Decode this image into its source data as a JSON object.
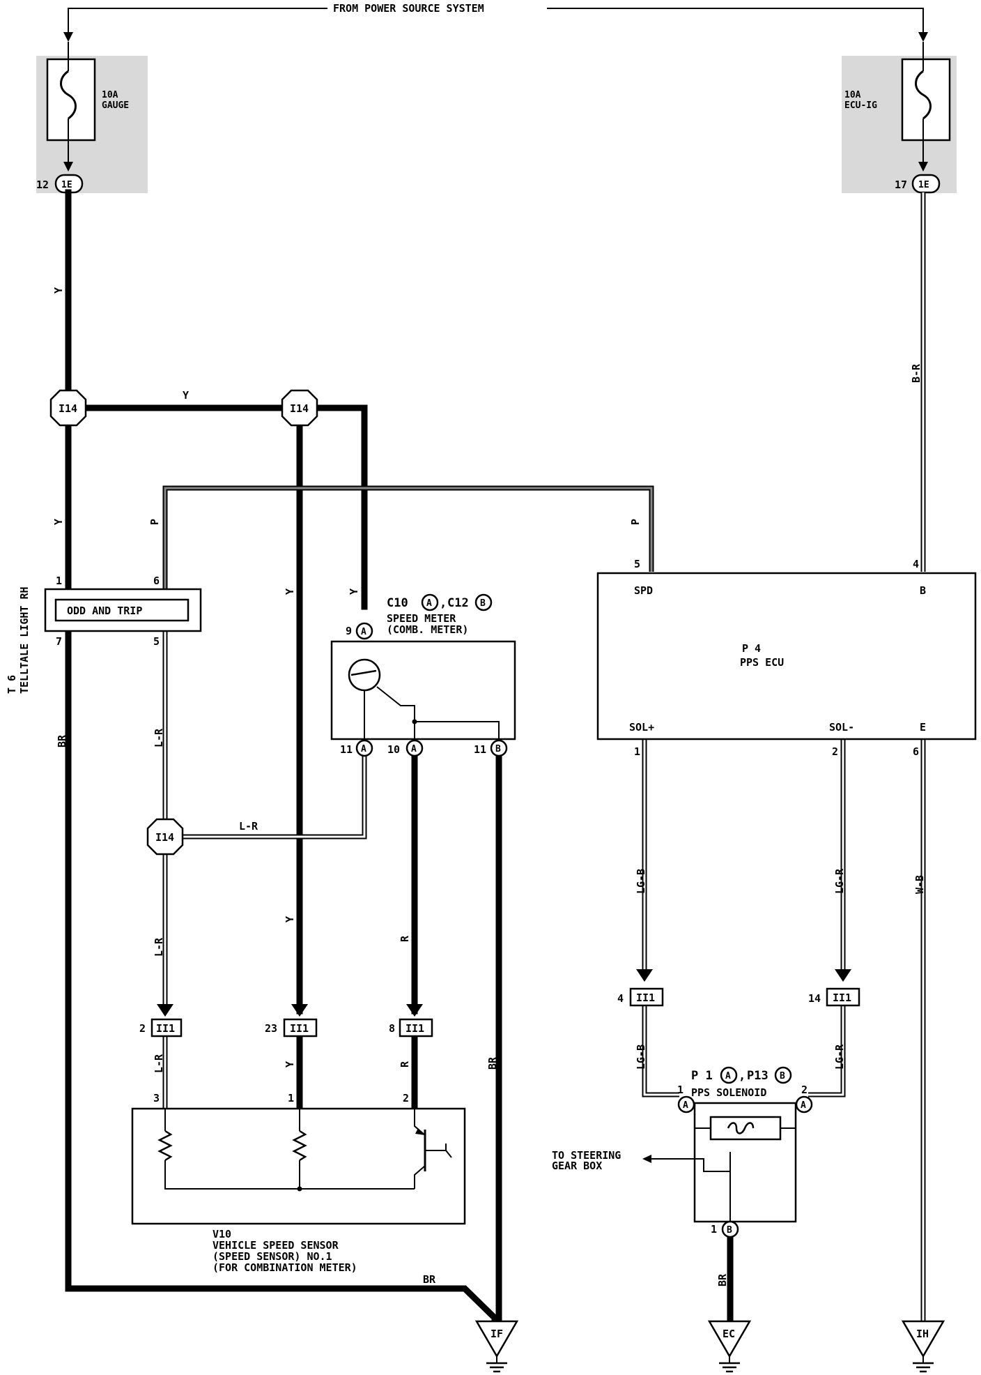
{
  "header": {
    "power_source": "FROM POWER SOURCE SYSTEM"
  },
  "fuses": {
    "gauge": {
      "rating": "10A",
      "name": "GAUGE",
      "pin": "12",
      "connector": "1E"
    },
    "ecu_ig": {
      "rating": "10A",
      "name": "ECU-IG",
      "pin": "17",
      "connector": "1E"
    }
  },
  "junctions": {
    "i14": "I14"
  },
  "connector_ii1": {
    "label": "II1",
    "pins": {
      "lr": "2",
      "y": "23",
      "r": "8",
      "lg_b": "4",
      "lg_r": "14"
    }
  },
  "wire_colors": {
    "y": "Y",
    "p": "P",
    "lr": "L-R",
    "br": "BR",
    "r": "R",
    "br_r": "B-R",
    "lg_b": "LG-B",
    "lg_r": "LG-R",
    "w_b": "W-B"
  },
  "telltale": {
    "code": "T 6",
    "name": "TELLTALE LIGHT RH",
    "inner": "ODD AND TRIP",
    "pins": {
      "p1": "1",
      "p6": "6",
      "p7": "7",
      "p5": "5"
    }
  },
  "speed_meter": {
    "code_a": "C10",
    "code_b": "C12",
    "line1": "SPEED METER",
    "line2": "(COMB. METER)",
    "pins": {
      "p9": "9",
      "p11a": "11",
      "p10": "10",
      "p11b": "11"
    }
  },
  "ecu": {
    "code": "P 4",
    "name": "PPS ECU",
    "terminals": {
      "spd": "SPD",
      "b": "B",
      "sol_plus": "SOL+",
      "sol_minus": "SOL-",
      "e": "E"
    },
    "pins": {
      "p5": "5",
      "p4": "4",
      "p1": "1",
      "p2": "2",
      "p6": "6"
    }
  },
  "speed_sensor": {
    "code": "V10",
    "line1": "VEHICLE SPEED SENSOR",
    "line2": "(SPEED SENSOR) NO.1",
    "line3": "(FOR COMBINATION METER)",
    "pins": {
      "p3": "3",
      "p1": "1",
      "p2": "2"
    }
  },
  "solenoid": {
    "code_a": "P 1",
    "code_b": "P13",
    "name": "PPS SOLENOID",
    "pins": {
      "p1": "1",
      "p2": "2",
      "p1b": "1"
    },
    "note_line1": "TO STEERING",
    "note_line2": "GEAR BOX"
  },
  "grounds": {
    "if": "IF",
    "ec": "EC",
    "ih": "IH"
  },
  "markers": {
    "a": "A",
    "b": "B"
  }
}
